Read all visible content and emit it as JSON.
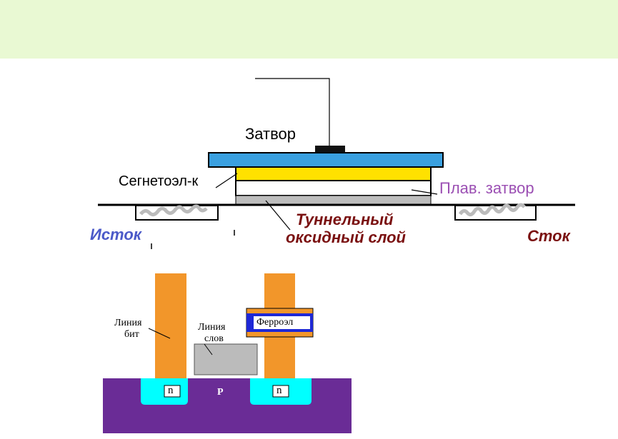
{
  "colors": {
    "banner": "#e9f9d3",
    "gate": "#3aa0e0",
    "ferroelectric": "#ffe100",
    "tunnel_oxide": "#bdbdbd",
    "source": "#4b5ac8",
    "drain": "#7a1010",
    "tunnel_label": "#7a1010",
    "floating_gate": "#9b4fb3",
    "bit_line": "#f2962a",
    "substrate": "#6a2c96",
    "n_region": "#00ffff",
    "word_line": "#bbbbbb",
    "ferro_cell_border": "#1e28d6"
  },
  "fefet": {
    "gate_label": "Затвор",
    "ferroelectric_label": "Сегнетоэл-к",
    "floating_gate_label": "Плав. затвор",
    "tunnel_oxide_label_line1": "Туннельный",
    "tunnel_oxide_label_line2": "оксидный слой",
    "source_label": "Исток",
    "drain_label": "Сток"
  },
  "cell": {
    "bit_line_label_line1": "Линия",
    "bit_line_label_line2": "бит",
    "word_line_label_line1": "Линия",
    "word_line_label_line2": "слов",
    "ferro_label": "Ферроэл",
    "n_left": "n",
    "n_right": "n",
    "p_label": "P"
  }
}
